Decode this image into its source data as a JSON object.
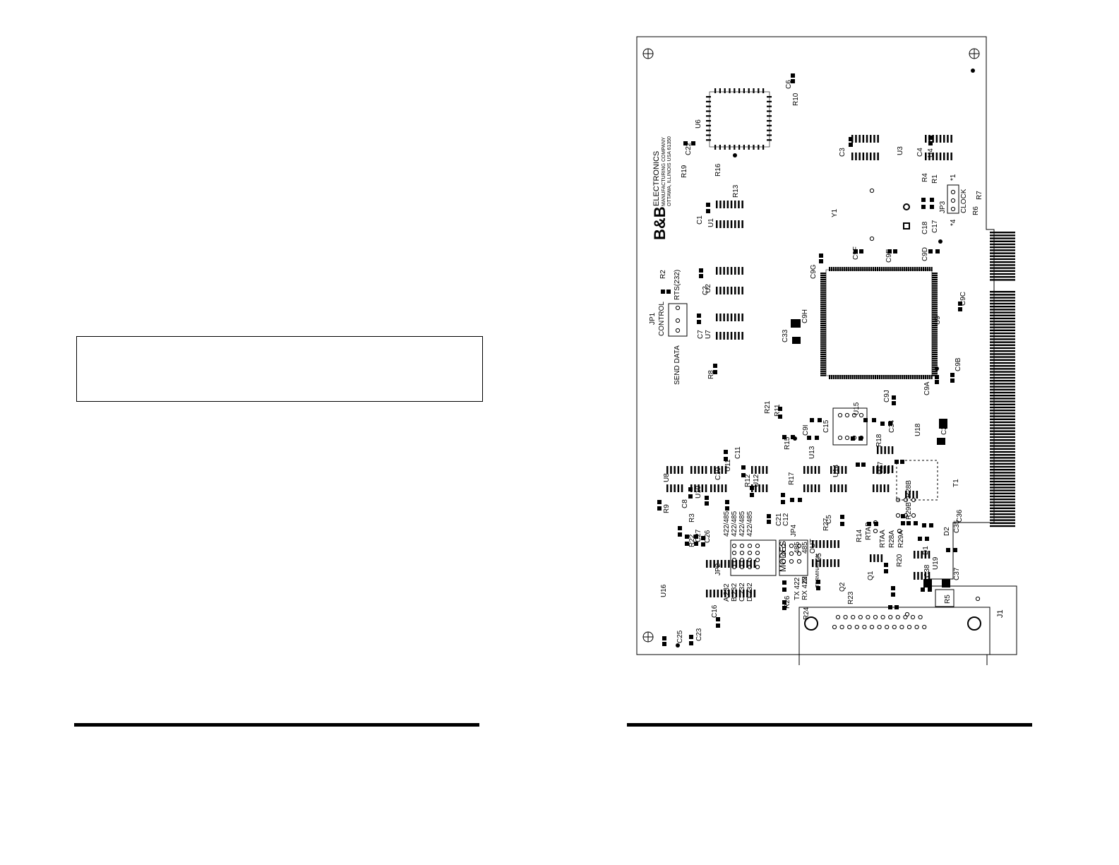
{
  "left_page": {
    "note_box_text": ""
  },
  "board": {
    "logo": "B&B",
    "company_line1": "ELECTRONICS",
    "company_line2": "MANUFACTURING COMPANY",
    "company_line3": "OTTAWA, ILLINOIS USA 61350",
    "jp1": {
      "name": "JP1",
      "title": "CONTROL",
      "left": "SEND DATA",
      "right": "RTS(232)"
    },
    "jp2": {
      "name": "JP2",
      "rows": [
        "A 232",
        "B 232",
        "C 232",
        "D 232"
      ],
      "right_rows": [
        "422/485",
        "422/485",
        "422/485",
        "422/485"
      ],
      "caption": "MODES"
    },
    "jp3": {
      "name": "JP3",
      "caption": "CLOCK",
      "pin_left": "*4",
      "pin_right": "*1"
    },
    "jp4": {
      "name": "JP4",
      "rows": [
        "TX 422",
        "RX 422"
      ],
      "right_rows": [
        "485",
        "485"
      ],
      "in": "IN",
      "out": "OUT",
      "caption": "TERMINATION"
    },
    "connector": "J1",
    "labels": {
      "u1": "U1",
      "u2": "U2",
      "u3": "U3",
      "u4": "U4",
      "u5": "U5",
      "u6": "U6",
      "u7": "U7",
      "u8": "U8",
      "u9": "U9",
      "u10": "U10",
      "u11": "U11",
      "u12": "U12",
      "u13": "U13",
      "u14": "U14",
      "u15": "U15",
      "u16": "U16",
      "u17": "U17",
      "u18": "U18",
      "u19": "U19",
      "y1": "Y1",
      "t1": "T1",
      "q1": "Q1",
      "q2": "Q2",
      "d1": "D1",
      "d2": "D2",
      "c1": "C1",
      "c2": "C2",
      "c3": "C3",
      "c4": "C4",
      "c5": "C5",
      "c6": "C6",
      "c7": "C7",
      "c8": "C8",
      "c9a": "C9A",
      "c9b": "C9B",
      "c9c": "C9C",
      "c9d": "C9D",
      "c9e": "C9E",
      "c9f": "C9F",
      "c9g": "C9G",
      "c9h": "C9H",
      "c9i": "C9I",
      "c9j": "C9J",
      "c10": "C10",
      "c11": "C11",
      "c12": "C12",
      "c15": "C15",
      "c16": "C16",
      "c17": "C17",
      "c18": "C18",
      "c21": "C21",
      "c22": "C22",
      "c23": "C23",
      "c24": "C24",
      "c25": "C25",
      "c26": "C26",
      "c27": "C27",
      "c33": "C33",
      "c34": "C34",
      "c35": "C35",
      "c36": "C36",
      "c37": "C37",
      "c38": "C38",
      "r1": "R1",
      "r2": "R2",
      "r3": "R3",
      "r4": "R4",
      "r5": "R5",
      "r6": "R6",
      "r7": "R7",
      "r8": "R8",
      "r9": "R9",
      "r10": "R10",
      "r11": "R11",
      "r12": "R12",
      "r13": "R13",
      "r14": "R14",
      "r15": "R15",
      "r16": "R16",
      "r17": "R17",
      "r18": "R18",
      "r19": "R19",
      "r20": "R20",
      "r21": "R21",
      "r22": "R22",
      "r23": "R23",
      "r24": "R24",
      "r26": "R26",
      "r27": "R27",
      "r28a": "R28A",
      "r28b": "R28B",
      "r29a": "R29A",
      "r29b": "R29B",
      "rtaa": "RTAA",
      "rtab": "RTAB"
    }
  }
}
